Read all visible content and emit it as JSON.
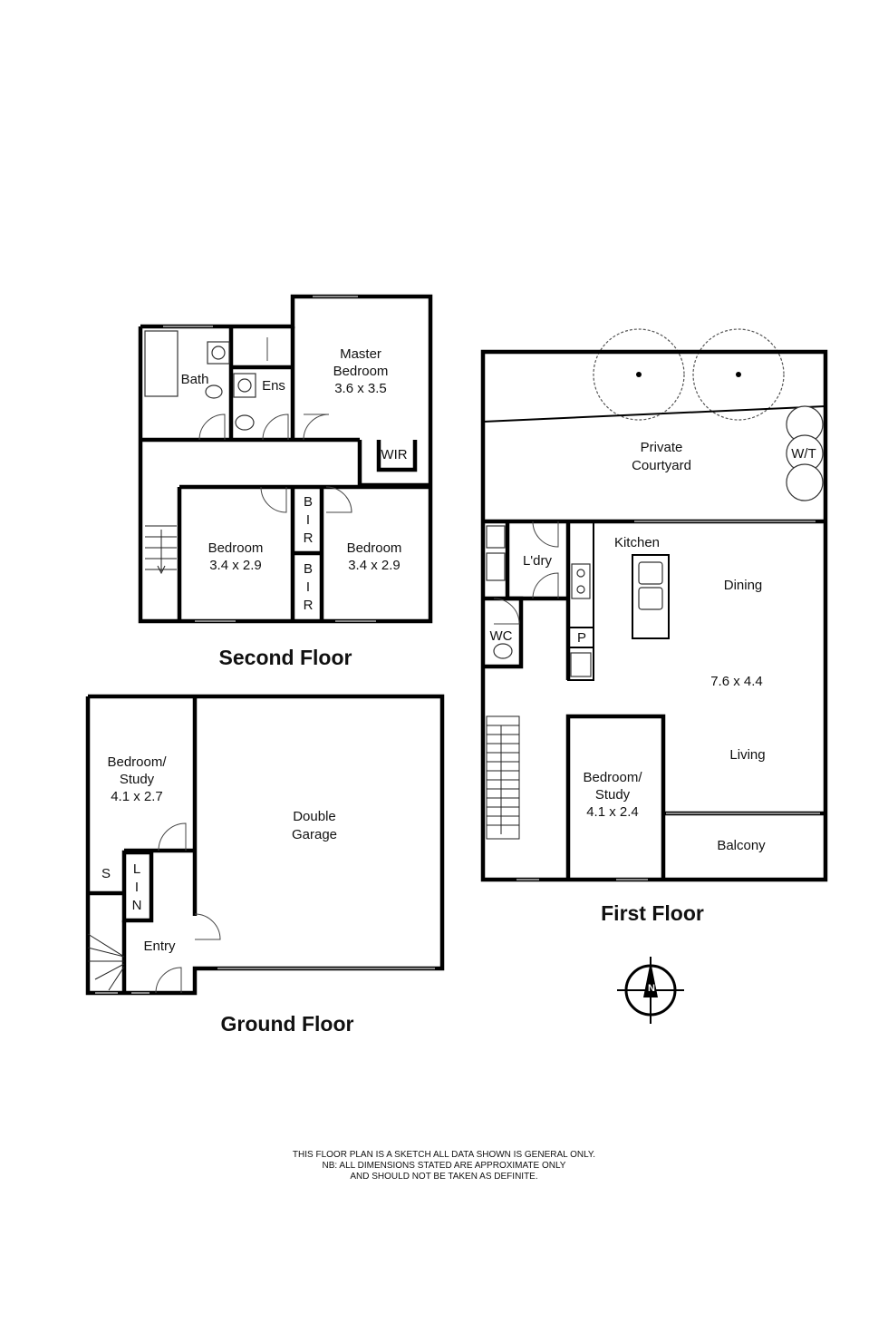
{
  "floors": {
    "second": {
      "title": "Second Floor",
      "rooms": {
        "bath": "Bath",
        "ens": "Ens",
        "master_name": "Master",
        "master_name2": "Bedroom",
        "master_dim": "3.6 x 3.5",
        "wir": "WIR",
        "bed1_name": "Bedroom",
        "bed1_dim": "3.4 x 2.9",
        "bed2_name": "Bedroom",
        "bed2_dim": "3.4 x 2.9",
        "bir1_a": "B",
        "bir1_b": "I",
        "bir1_c": "R",
        "bir2_a": "B",
        "bir2_b": "I",
        "bir2_c": "R"
      }
    },
    "first": {
      "title": "First Floor",
      "rooms": {
        "courtyard1": "Private",
        "courtyard2": "Courtyard",
        "wt": "W/T",
        "kitchen": "Kitchen",
        "laundry": "L'dry",
        "dining": "Dining",
        "wc": "WC",
        "pantry": "P",
        "main_dim": "7.6 x 4.4",
        "living": "Living",
        "study_name1": "Bedroom/",
        "study_name2": "Study",
        "study_dim": "4.1 x 2.4",
        "balcony": "Balcony"
      }
    },
    "ground": {
      "title": "Ground Floor",
      "rooms": {
        "study_name1": "Bedroom/",
        "study_name2": "Study",
        "study_dim": "4.1 x 2.7",
        "garage1": "Double",
        "garage2": "Garage",
        "store": "S",
        "lin_a": "L",
        "lin_b": "I",
        "lin_c": "N",
        "entry": "Entry"
      }
    }
  },
  "compass": {
    "label": "N"
  },
  "disclaimer": {
    "line1": "THIS FLOOR PLAN IS A SKETCH ALL DATA SHOWN IS GENERAL ONLY.",
    "line2": "NB: ALL DIMENSIONS STATED ARE APPROXIMATE ONLY",
    "line3": "AND SHOULD NOT BE TAKEN AS DEFINITE."
  }
}
